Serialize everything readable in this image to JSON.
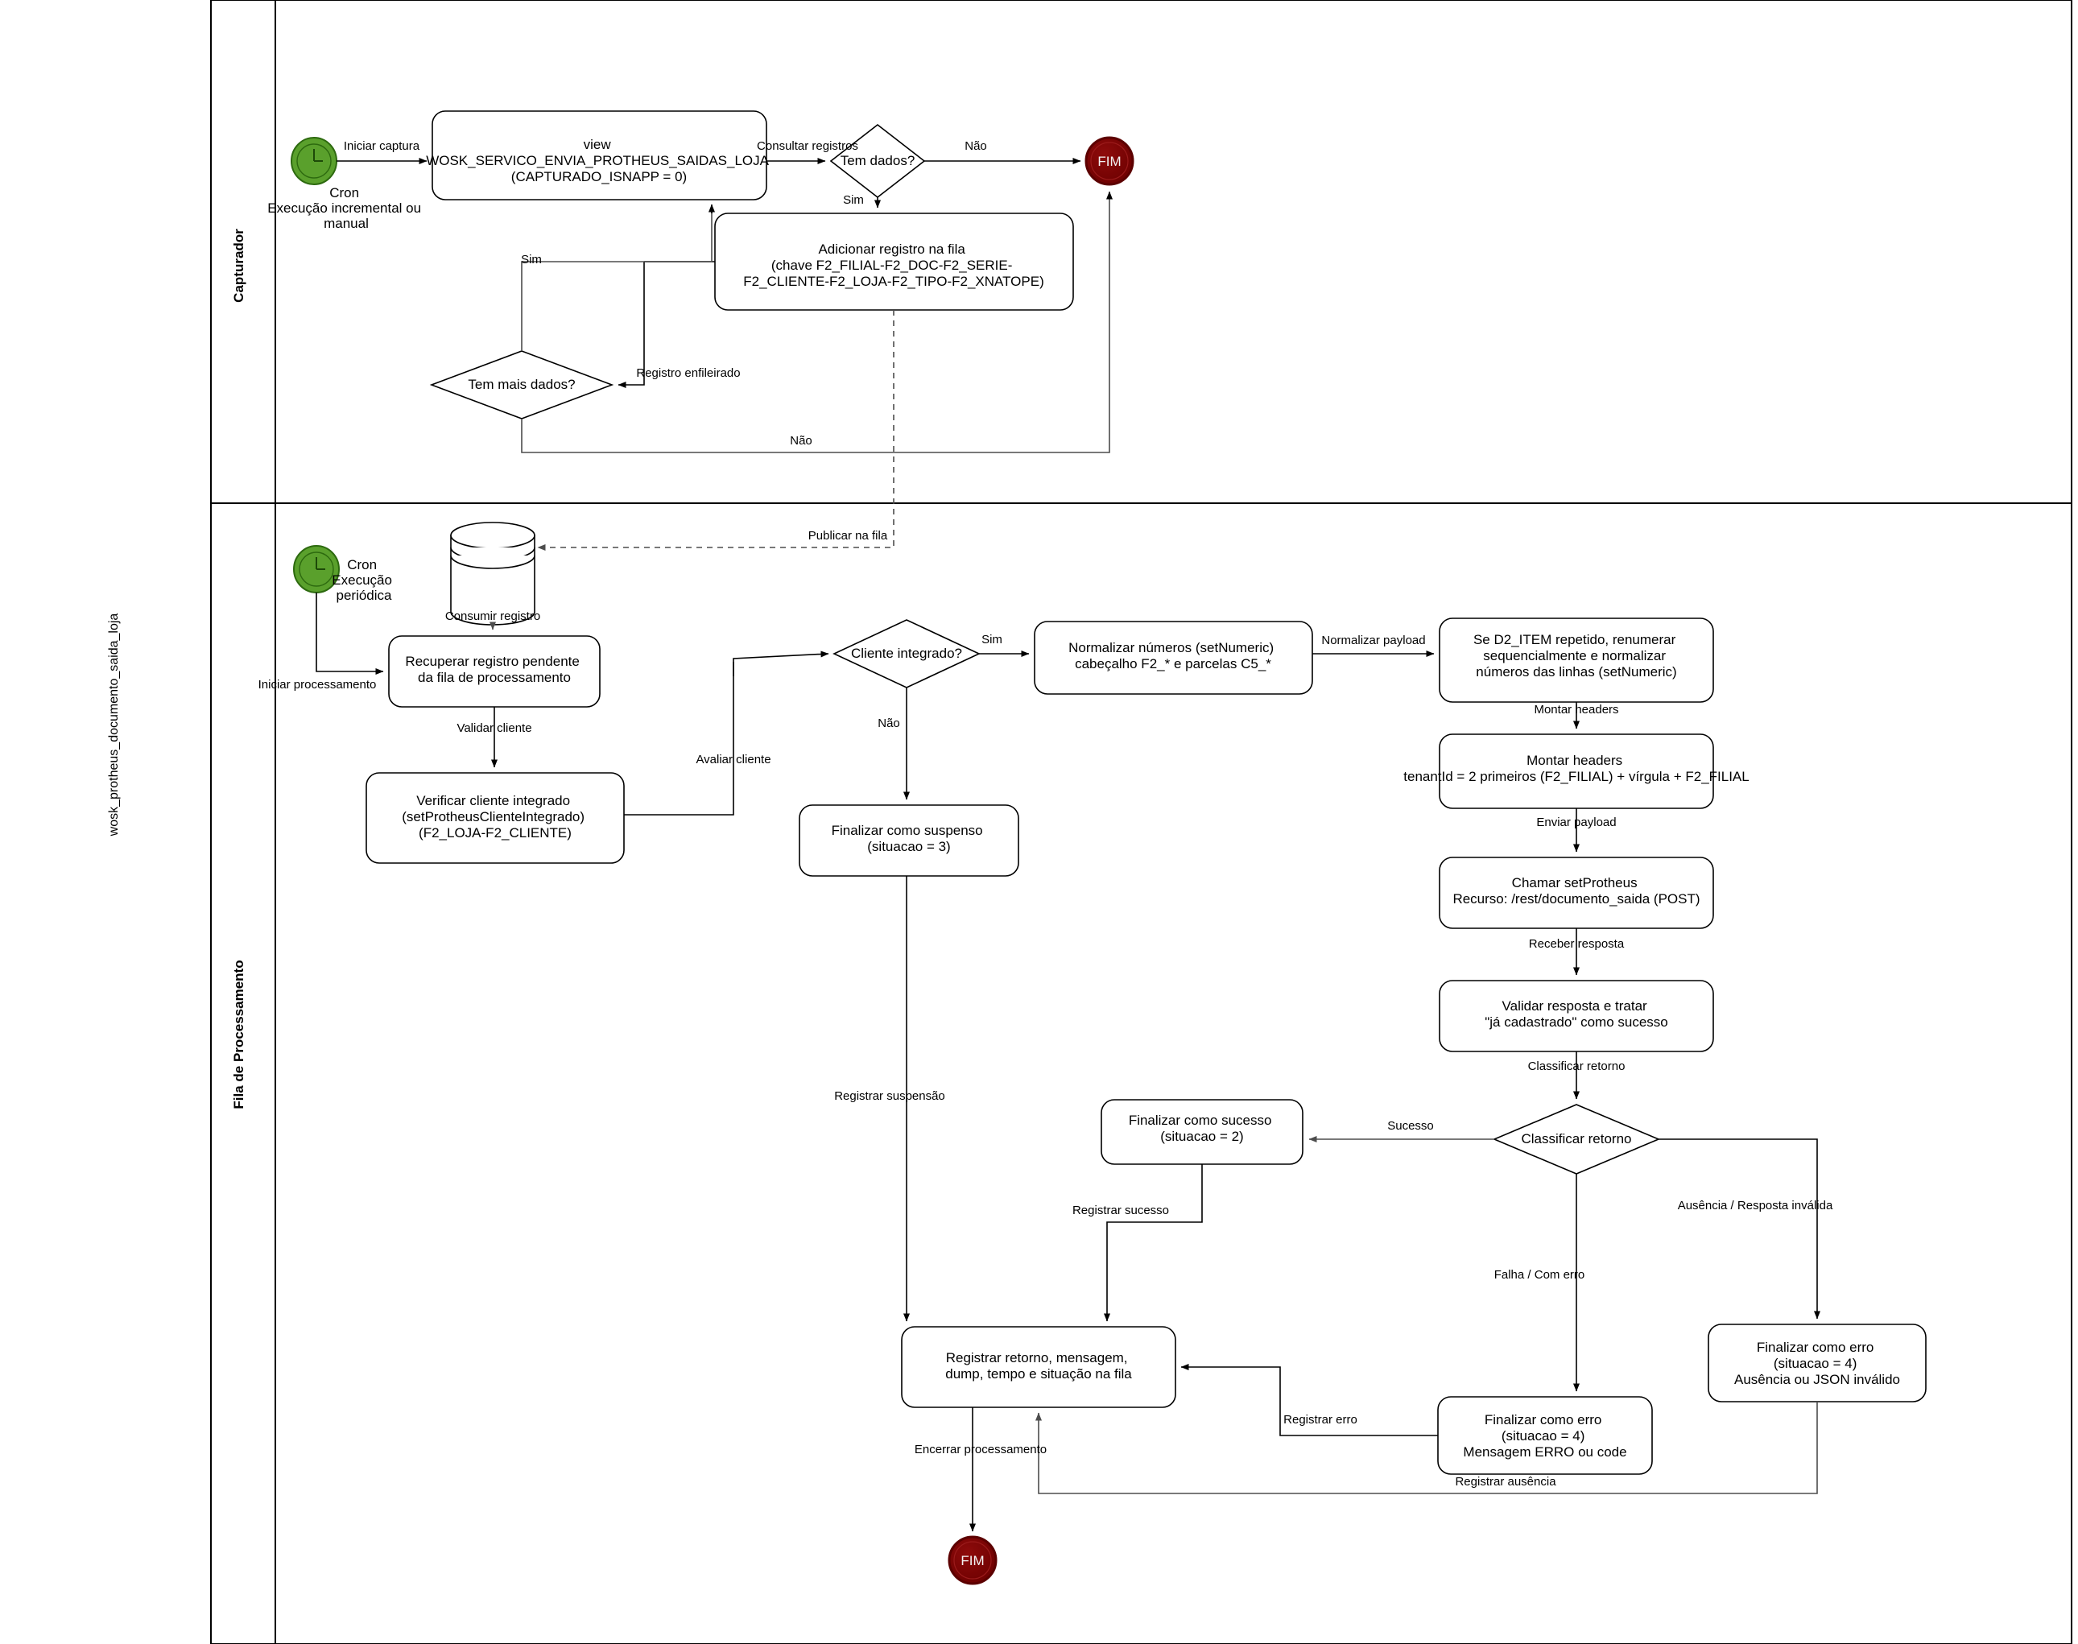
{
  "pool": {
    "label": "wosk_protheus_documento_saida_loja"
  },
  "lanes": [
    {
      "id": "capturador",
      "label": "Capturador"
    },
    {
      "id": "fila",
      "label": "Fila de Processamento"
    }
  ],
  "nodes": {
    "cron1": {
      "label": "Cron\nExecução incremental ou\nmanual",
      "icon": "clock-icon",
      "color": "#5aa02c"
    },
    "view": {
      "label": "view\nWOSK_SERVICO_ENVIA_PROTHEUS_SAIDAS_LOJA\n(CAPTURADO_ISNAPP = 0)"
    },
    "temDados": {
      "label": "Tem dados?"
    },
    "fim1": {
      "label": "FIM",
      "color": "#7f0000"
    },
    "adicionar": {
      "label": "Adicionar registro na fila\n(chave F2_FILIAL-F2_DOC-F2_SERIE-\nF2_CLIENTE-F2_LOJA-F2_TIPO-F2_XNATOPE)"
    },
    "temMais": {
      "label": "Tem mais dados?"
    },
    "cron2": {
      "label": "Cron\nExecução\nperiódica",
      "icon": "clock-icon",
      "color": "#5aa02c"
    },
    "db": {
      "label": "",
      "icon": "database-icon"
    },
    "recuperar": {
      "label": "Recuperar registro pendente\nda fila de processamento"
    },
    "verificar": {
      "label": "Verificar cliente integrado\n(setProtheusClienteIntegrado)\n(F2_LOJA-F2_CLIENTE)"
    },
    "clienteIntegrado": {
      "label": "Cliente integrado?"
    },
    "suspenso": {
      "label": "Finalizar como suspenso\n(situacao = 3)"
    },
    "normalizar": {
      "label": "Normalizar números (setNumeric)\ncabeçalho F2_* e parcelas C5_*"
    },
    "renumerar": {
      "label": "Se D2_ITEM repetido, renumerar\nsequencialmente e normalizar\nnúmeros das linhas (setNumeric)"
    },
    "headers": {
      "label": "Montar headers\ntenantId = 2 primeiros (F2_FILIAL) + vírgula + F2_FILIAL"
    },
    "chamar": {
      "label": "Chamar setProtheus\nRecurso: /rest/documento_saida (POST)"
    },
    "validar": {
      "label": "Validar resposta e tratar\n\"já cadastrado\" como sucesso"
    },
    "classificar": {
      "label": "Classificar retorno"
    },
    "sucesso": {
      "label": "Finalizar como sucesso\n(situacao = 2)"
    },
    "erro4a": {
      "label": "Finalizar como erro\n(situacao = 4)\nAusência ou JSON inválido"
    },
    "erro4b": {
      "label": "Finalizar como erro\n(situacao = 4)\nMensagem ERRO ou code"
    },
    "registrar": {
      "label": "Registrar retorno, mensagem,\ndump, tempo e situação na fila"
    },
    "fim2": {
      "label": "FIM",
      "color": "#7f0000"
    }
  },
  "edges": {
    "iniciarCaptura": "Iniciar captura",
    "consultarRegistros": "Consultar registros",
    "naoTemDados": "Não",
    "simTemDados": "Sim",
    "registroEnfileirado": "Registro enfileirado",
    "simTemMais": "Sim",
    "naoTemMais": "Não",
    "publicarNaFila": "Publicar na fila",
    "consumirRegistro": "Consumir registro",
    "iniciarProcessamento": "Iniciar processamento",
    "validarCliente": "Validar cliente",
    "avaliarCliente": "Avaliar cliente",
    "simClienteIntegrado": "Sim",
    "naoClienteIntegrado": "Não",
    "normalizarPayload": "Normalizar payload",
    "montarHeaders": "Montar headers",
    "enviarPayload": "Enviar payload",
    "receberResposta": "Receber resposta",
    "classificarRetorno": "Classificar retorno",
    "sucessoLabel": "Sucesso",
    "falhaComErro": "Falha / Com erro",
    "ausenciaRespostaInvalida": "Ausência / Resposta inválida",
    "registrarSuspensao": "Registrar suspensão",
    "registrarSucesso": "Registrar sucesso",
    "registrarErro": "Registrar erro",
    "registrarAusencia": "Registrar ausência",
    "encerrarProcessamento": "Encerrar processamento"
  }
}
